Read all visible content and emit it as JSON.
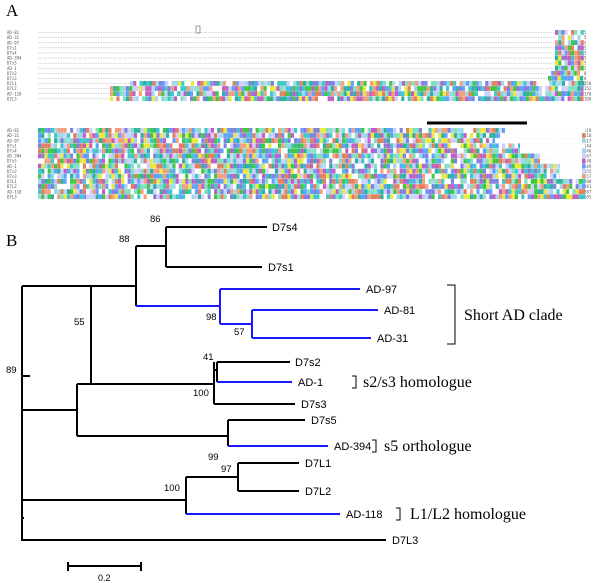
{
  "panel_a": {
    "label": "A",
    "block1": {
      "names": [
        "AD-81",
        "AD-31",
        "AD-97",
        "D7s1",
        "D7s4",
        "AD-394",
        "D7s5",
        "AD-1",
        "D7s2",
        "D7s3",
        "D7L1",
        "D7L2",
        "AD-118",
        "D7L3"
      ],
      "numbers": [
        "5",
        "5",
        "5",
        "5",
        "5",
        "5",
        "5",
        "5",
        "8",
        "8",
        "150",
        "152",
        "170",
        "180"
      ]
    },
    "block2": {
      "names": [
        "AD-81",
        "AD-31",
        "AD-97",
        "D7s1",
        "D7s4",
        "AD-394",
        "D7s5",
        "AD-1",
        "D7s2",
        "D7s3",
        "D7L1",
        "D7L2",
        "AD-118",
        "D7L3"
      ],
      "numbers": [
        "119",
        "118",
        "117",
        "144",
        "146",
        "147",
        "148",
        "149",
        "155",
        "157",
        "280",
        "281",
        "287",
        "285"
      ]
    },
    "colors": [
      "#40c8c8",
      "#a0d8e8",
      "#e08060",
      "#c060c0",
      "#40c840",
      "#e8e840",
      "#8080e0",
      "#60a0ff",
      "#f0a080",
      "#30b0a0",
      "#d0d0ff",
      "#80e0c0"
    ]
  },
  "panel_b": {
    "label": "B",
    "leaves": [
      {
        "id": "D7s4",
        "text": "D7s4"
      },
      {
        "id": "D7s1",
        "text": "D7s1"
      },
      {
        "id": "AD-97",
        "text": "AD-97"
      },
      {
        "id": "AD-81",
        "text": "AD-81"
      },
      {
        "id": "AD-31",
        "text": "AD-31"
      },
      {
        "id": "D7s2",
        "text": "D7s2"
      },
      {
        "id": "AD-1",
        "text": "AD-1"
      },
      {
        "id": "D7s3",
        "text": "D7s3"
      },
      {
        "id": "D7s5",
        "text": "D7s5"
      },
      {
        "id": "AD-394",
        "text": "AD-394"
      },
      {
        "id": "D7L1",
        "text": "D7L1"
      },
      {
        "id": "D7L2",
        "text": "D7L2"
      },
      {
        "id": "AD-118",
        "text": "AD-118"
      },
      {
        "id": "D7L3",
        "text": "D7L3"
      }
    ],
    "bootstrap": [
      "86",
      "88",
      "98",
      "57",
      "55",
      "41",
      "100",
      "89",
      "99",
      "97",
      "100"
    ],
    "groups": [
      {
        "text": "Short AD clade"
      },
      {
        "text": "s2/s3 homologue"
      },
      {
        "text": "s5 orthologue"
      },
      {
        "text": "L1/L2 homologue"
      }
    ],
    "scale_bar": {
      "label": "0.2"
    },
    "colors": {
      "ad_branch": "#1a1aff",
      "other_branch": "#000000"
    }
  }
}
